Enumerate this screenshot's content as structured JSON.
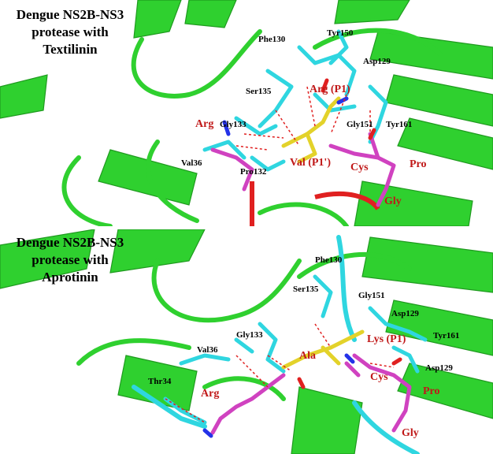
{
  "colors": {
    "cartoon": "#2fd02f",
    "cartoon_dark": "#1f9a1f",
    "protease_sticks": "#2fd6e0",
    "inhibitor_sticks": "#d042c0",
    "p1_sticks": "#e3d22a",
    "nitrogen": "#2432e8",
    "oxygen": "#e02020",
    "hbond": "#e02020",
    "label_red": "#c01818",
    "label_black": "#000000"
  },
  "panels": [
    {
      "title": [
        "Dengue NS2B-NS3",
        "protease with",
        "Textilinin"
      ],
      "protease_labels": [
        "Phe130",
        "Tyr150",
        "Asp129",
        "Ser135",
        "Gly133",
        "Gly151",
        "Tyr161",
        "Val36",
        "Pro132"
      ],
      "inhibitor_labels": [
        "Arg (P1)",
        "Arg",
        "Val (P1')",
        "Cys",
        "Pro",
        "Gly"
      ]
    },
    {
      "title": [
        "Dengue NS2B-NS3",
        "protease with",
        "Aprotinin"
      ],
      "protease_labels": [
        "Phe130",
        "Ser135",
        "Gly151",
        "Asp129",
        "Gly133",
        "Val36",
        "Tyr161",
        "Asp129",
        "Thr34"
      ],
      "inhibitor_labels": [
        "Lys (P1)",
        "Ala",
        "Cys",
        "Arg",
        "Pro",
        "Gly"
      ]
    }
  ]
}
